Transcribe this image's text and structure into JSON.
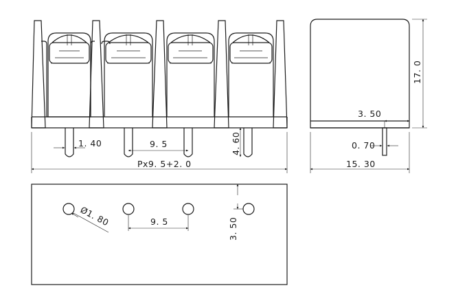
{
  "drawing": {
    "front_view": {
      "pin_diameter": "1. 40",
      "pitch": "9. 5",
      "pin_length": "4. 60",
      "overall_length": "Px9. 5+2. 0"
    },
    "side_view": {
      "height": "17. 0",
      "pin_offset": "3. 50",
      "pin_width": "0. 70",
      "depth": "15. 30"
    },
    "pcb_layout": {
      "hole_diameter": "Ø1. 80",
      "pitch": "9. 5",
      "row_offset": "3. 50"
    }
  }
}
